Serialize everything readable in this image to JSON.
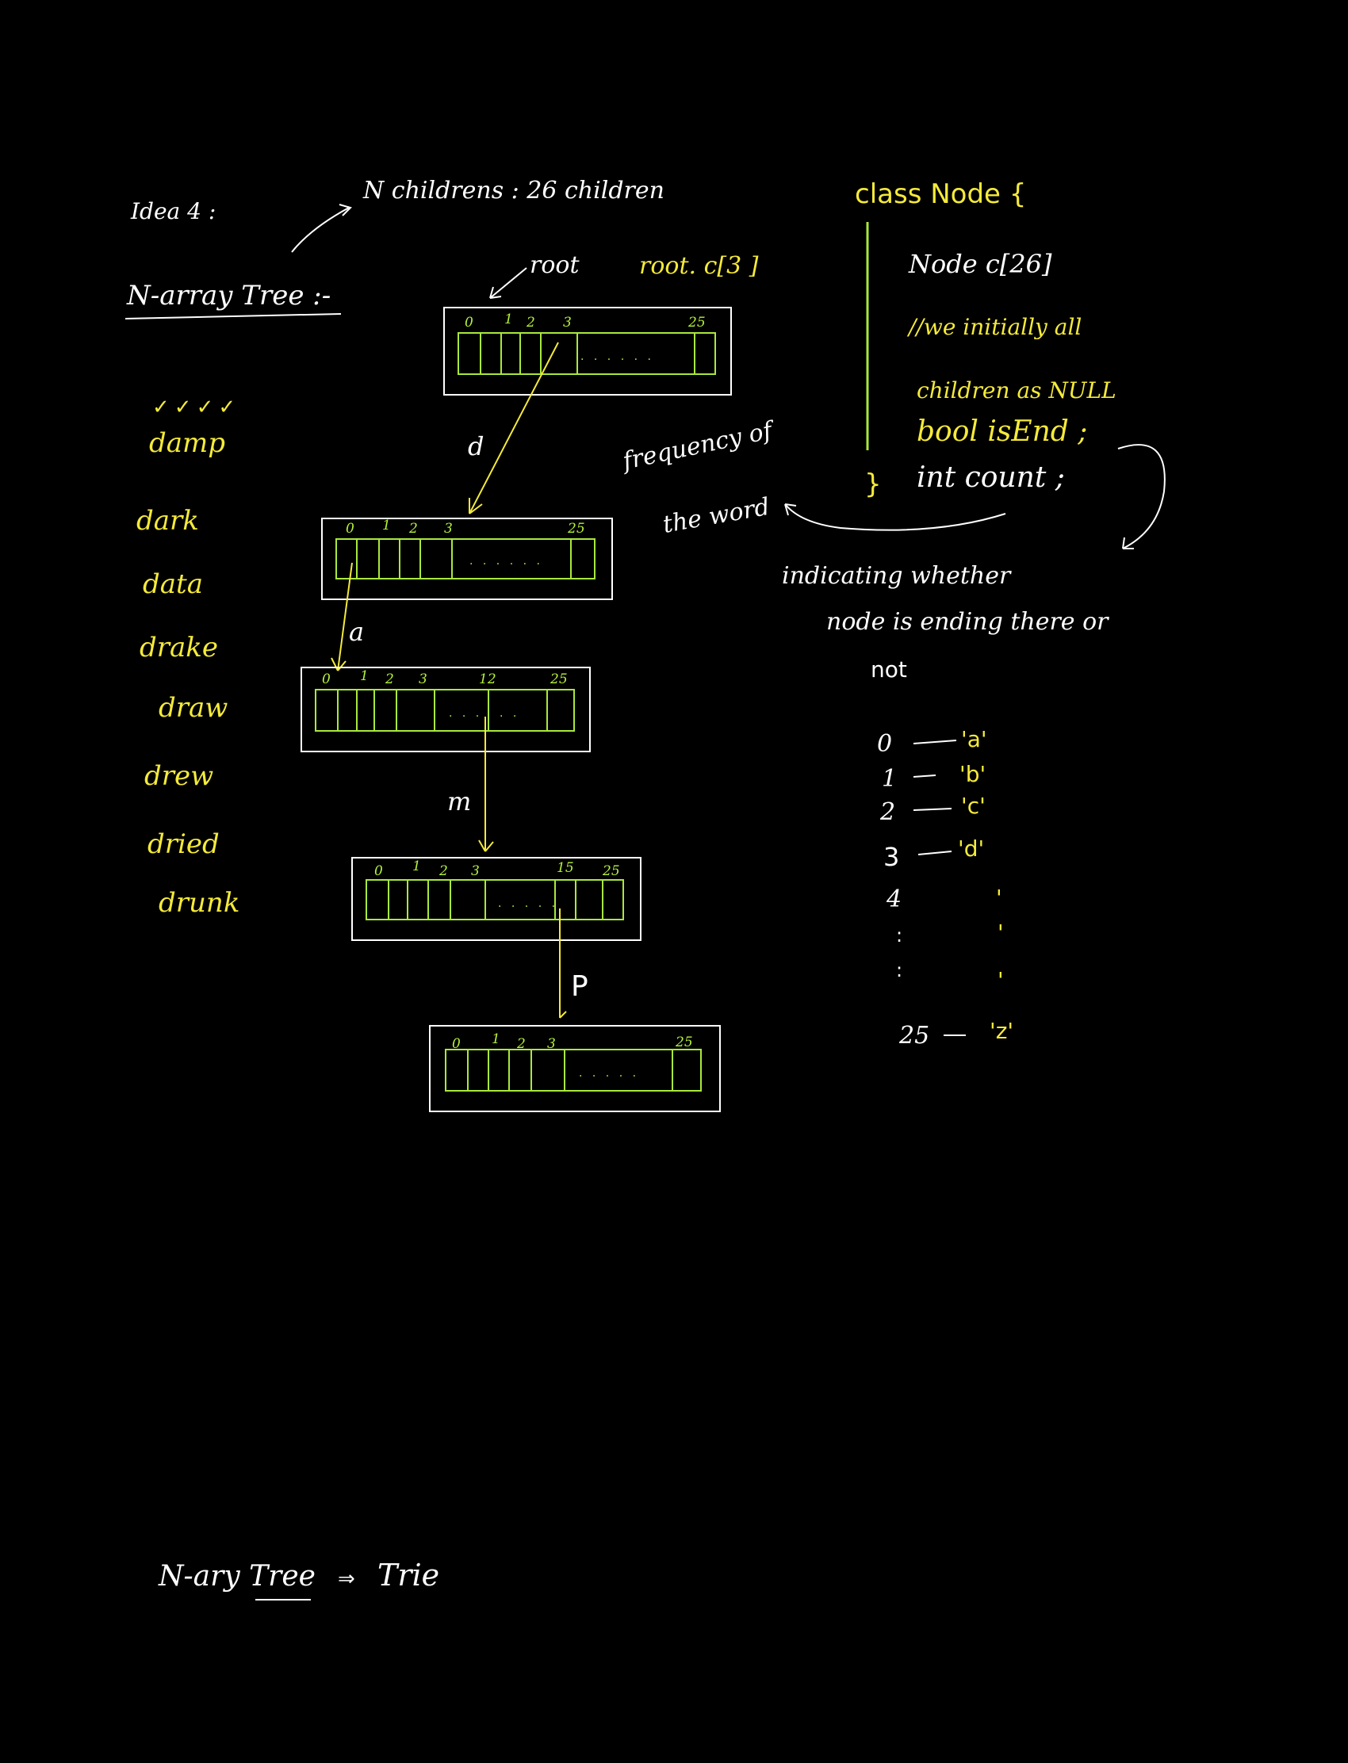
{
  "header": {
    "idea": "Idea 4 :",
    "n_children": "N childrens : 26 children",
    "nary_tree": "N-array Tree :-",
    "root_label": "root",
    "root_child": "root. c[3 ]"
  },
  "words": [
    "damp",
    "dark",
    "data",
    "drake",
    "draw",
    "drew",
    "dried",
    "drunk"
  ],
  "word_ticks": "✓✓✓✓",
  "edges": [
    "d",
    "a",
    "m",
    "P"
  ],
  "nodes": [
    {
      "indices": [
        "0",
        "1",
        "2",
        "3",
        "25"
      ]
    },
    {
      "indices": [
        "0",
        "1",
        "2",
        "3",
        "25"
      ]
    },
    {
      "indices": [
        "0",
        "1",
        "2",
        "3",
        "12",
        "25"
      ]
    },
    {
      "indices": [
        "0",
        "1",
        "2",
        "3",
        "15",
        "25"
      ]
    },
    {
      "indices": [
        "0",
        "1",
        "2",
        "3",
        "25"
      ]
    }
  ],
  "class_def": {
    "header": "class Node {",
    "field_children": "Node c[26]",
    "comment1": "//we initially all",
    "comment2": "children as NULL",
    "field_isend": "bool isEnd ;",
    "field_count": "int count ;",
    "close": "}"
  },
  "annotations": {
    "frequency1": "frequency of",
    "frequency2": "the word",
    "indicating1": "indicating whether",
    "indicating2": "node is ending there or",
    "indicating3": "not"
  },
  "mapping": [
    {
      "index": "0",
      "char": "'a'"
    },
    {
      "index": "1",
      "char": "'b'"
    },
    {
      "index": "2",
      "char": "'c'"
    },
    {
      "index": "3",
      "char": "'d'"
    },
    {
      "index": "4",
      "char": "'"
    },
    {
      "index": ":",
      "char": "'"
    },
    {
      "index": ":",
      "char": "'"
    },
    {
      "index": "25",
      "char": "'z'"
    }
  ],
  "footer": {
    "nary": "N-ary Tree",
    "arrow": "⇒",
    "trie": "Trie"
  },
  "colors": {
    "background": "#000000",
    "white_ink": "#ffffff",
    "yellow_ink": "#f5ea3a",
    "green_ink": "#b5f23a"
  }
}
